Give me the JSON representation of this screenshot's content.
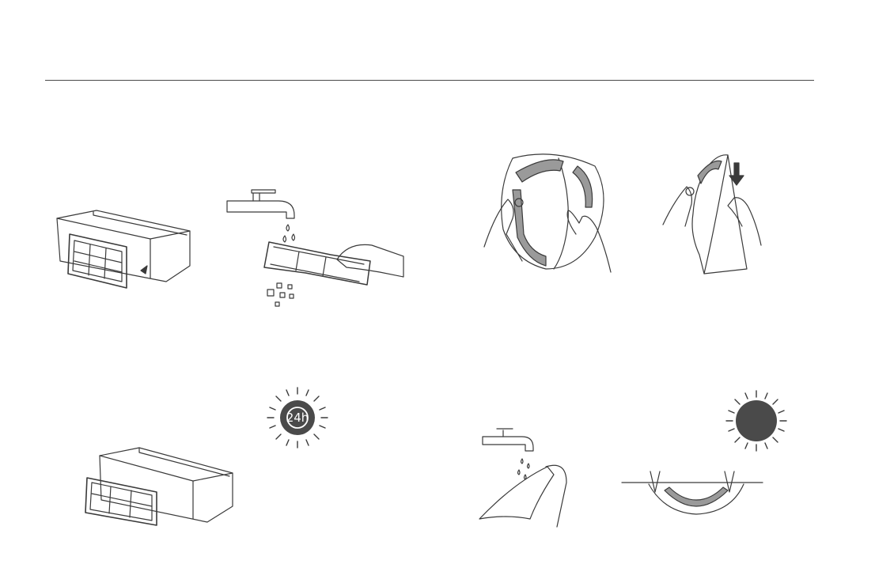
{
  "badges": {
    "dry_time": "24h"
  },
  "colors": {
    "ink": "#3a3a3a",
    "fill": "#ffffff",
    "dark": "#4a4a4a",
    "shade": "#9a9a9a"
  },
  "illustrations": [
    "filter-removal",
    "filter-rinse-under-tap",
    "mop-cloth-remove",
    "mop-cloth-detach",
    "filter-dry-24h",
    "mop-cloth-wash",
    "mop-cloth-sun-dry"
  ]
}
